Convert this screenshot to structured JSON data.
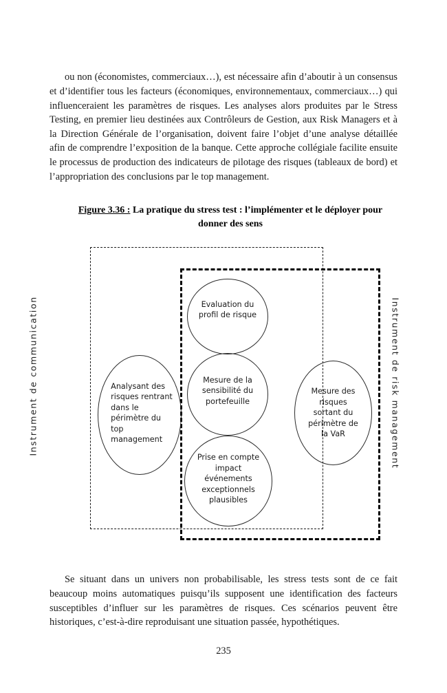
{
  "document": {
    "page_number": "235",
    "paragraphs": {
      "top": "ou non (économistes, commerciaux…), est nécessaire afin d’aboutir à un consensus et d’identifier tous les facteurs (économiques, environnementaux, commerciaux…) qui influenceraient les paramètres de risques. Les analyses alors produites par le Stress Testing, en premier lieu destinées aux Contrôleurs de Gestion, aux Risk Managers et à la Direction Générale de l’organisation, doivent faire l’objet d’une analyse détaillée afin de comprendre l’exposition de la banque. Cette approche collégiale facilite ensuite le processus de production des indicateurs de pilotage des risques (tableaux de bord) et l’appropriation des conclusions par le top management.",
      "bottom": "Se situant dans un univers non probabilisable, les stress tests sont de ce fait beaucoup moins automatiques puisqu’ils supposent une identification des facteurs susceptibles d’influer sur les paramètres de risques. Ces scénarios peuvent être historiques, c’est-à-dire reproduisant une situation passée, hypothétiques."
    }
  },
  "figure": {
    "caption_label": "Figure 3.36 :",
    "caption_text": " La pratique du stress test : l’implémenter et le déployer pour donner des sens",
    "outer_box_label": "Instrument de communication",
    "inner_box_label": "Instrument de risk management",
    "nodes": {
      "top_center": "Evaluation du\nprofil de risque",
      "middle_center": "Mesure de la\nsensibilité du\nportefeuille",
      "bottom_center": "Prise en compte\nimpact\névénements\nexceptionnels\nplausibles",
      "left": "Analysant des\nrisques rentrant\ndans le\npérimètre du\ntop\nmanagement",
      "right": "Mesure des\nrisques\nsortant du\npérimètre de\nla VaR"
    },
    "colors": {
      "ink": "#1a1a1a",
      "outline": "#2b2b2b",
      "dash_thin": "#1a1a1a",
      "dash_thick": "#000000"
    }
  }
}
